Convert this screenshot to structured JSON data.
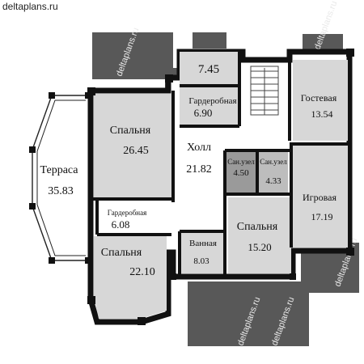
{
  "site": "deltaplans.ru",
  "watermark": "deltaplans.ru",
  "colors": {
    "wall": "#111111",
    "room": "#d7d7d7",
    "room_dark": "#9a9a9a",
    "hall": "#ffffff",
    "roof": "#585858",
    "terrace": "#ffffff",
    "line": "#222222"
  },
  "rooms": [
    {
      "key": "storage_top",
      "name": "",
      "area": "7.45"
    },
    {
      "key": "wardrobe_top",
      "name": "Гардеробная",
      "area": "6.90"
    },
    {
      "key": "guest",
      "name": "Гостевая",
      "area": "13.54"
    },
    {
      "key": "bedroom_1",
      "name": "Спальня",
      "area": "26.45"
    },
    {
      "key": "hall",
      "name": "Холл",
      "area": "21.82"
    },
    {
      "key": "bath_1",
      "name": "Сан.узел",
      "area": "4.50"
    },
    {
      "key": "bath_2",
      "name": "Сан.узел",
      "area": "4.33"
    },
    {
      "key": "terrace",
      "name": "Терраса",
      "area": "35.83"
    },
    {
      "key": "playroom",
      "name": "Игровая",
      "area": "17.19"
    },
    {
      "key": "wardrobe_left",
      "name": "Гардеробная",
      "area": "6.08"
    },
    {
      "key": "bedroom_2",
      "name": "Спальня",
      "area": "15.20"
    },
    {
      "key": "bathroom",
      "name": "Ванная",
      "area": "8.03"
    },
    {
      "key": "bedroom_3",
      "name": "Спальня",
      "area": "22.10"
    }
  ]
}
